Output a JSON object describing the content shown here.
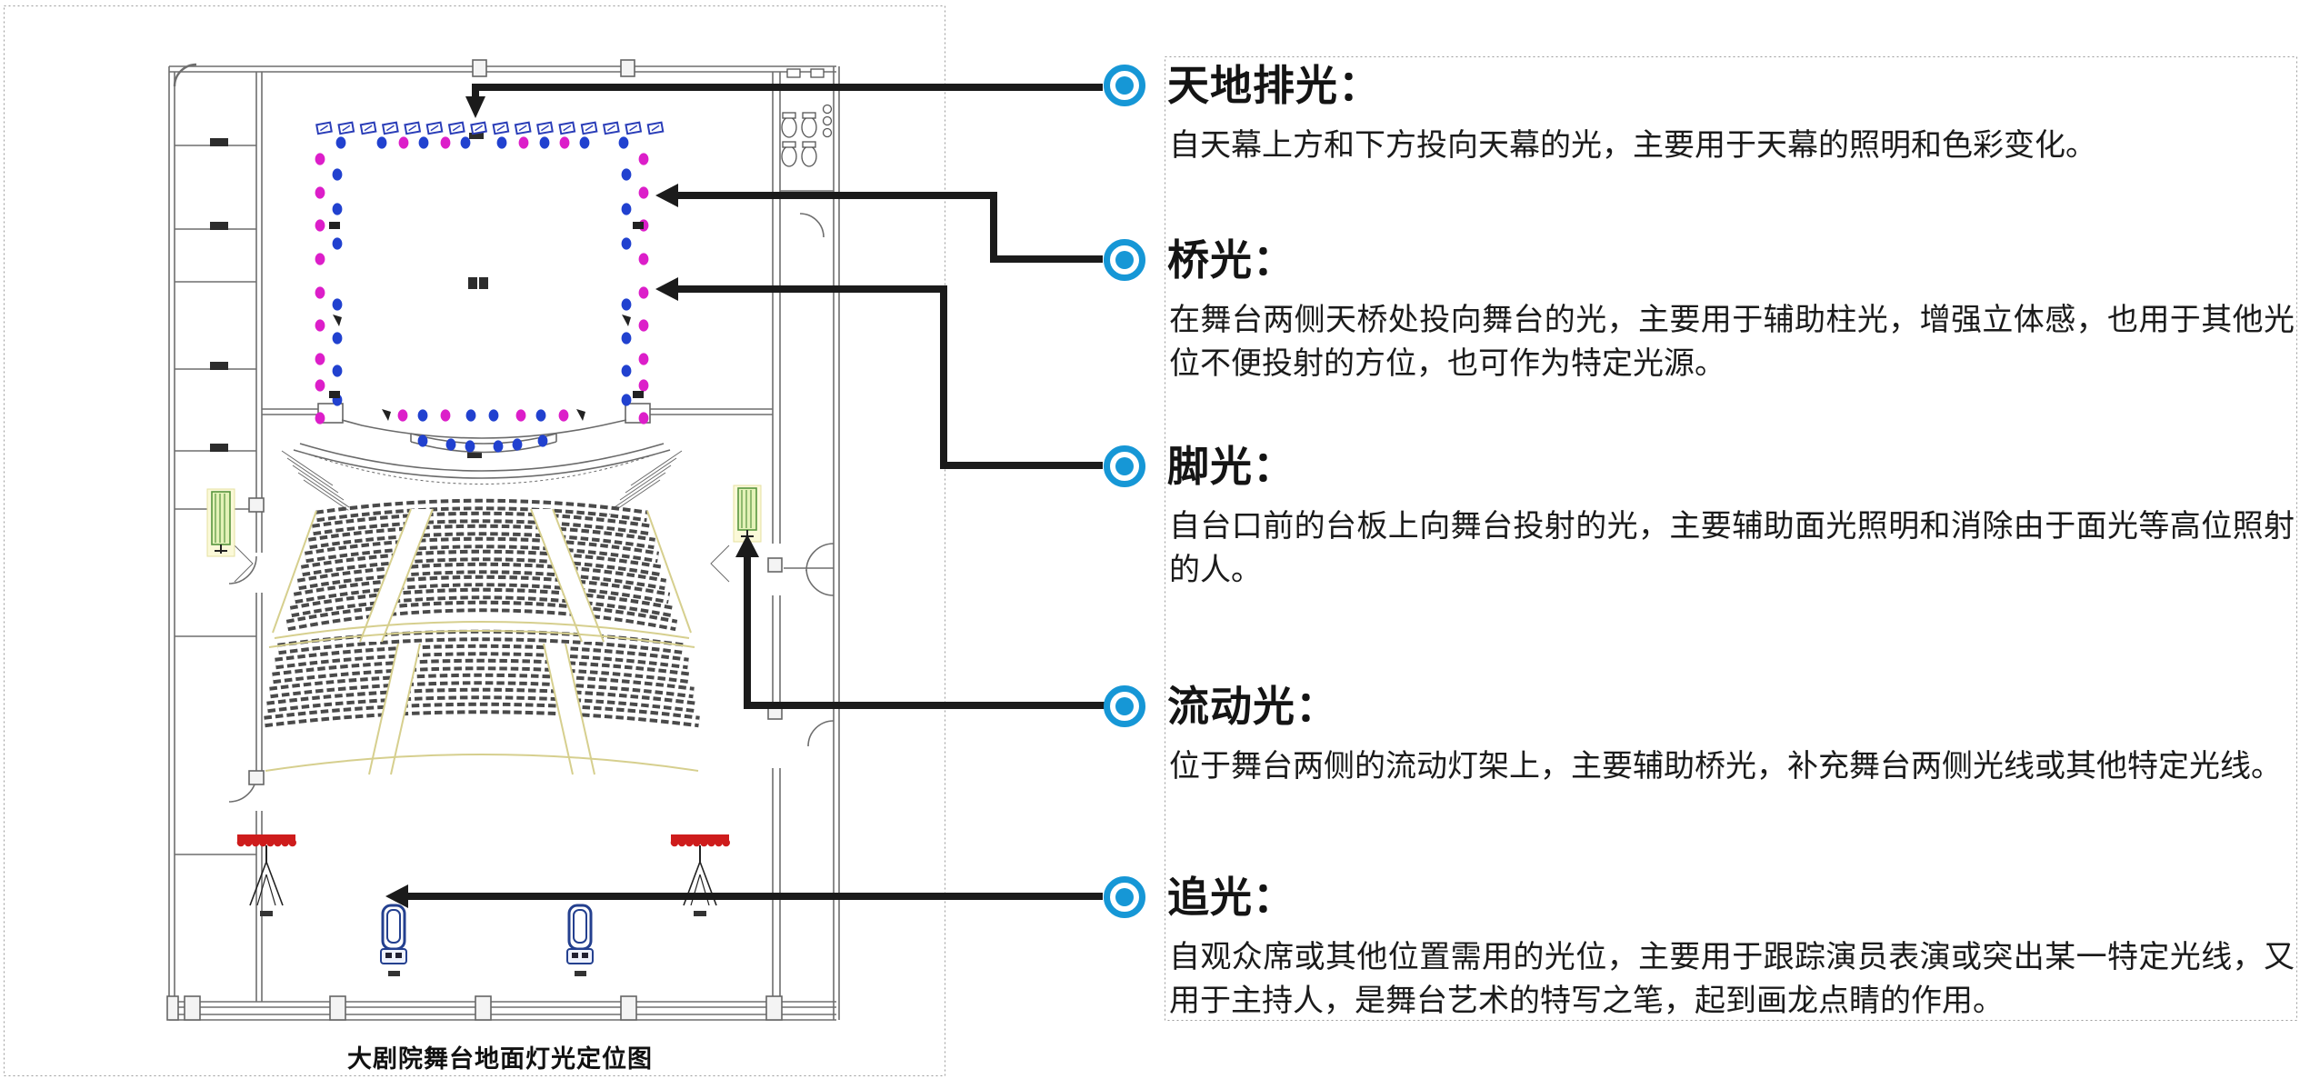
{
  "diagram": {
    "title": "大剧院舞台地面灯光定位图"
  },
  "annotations": [
    {
      "heading": "天地排光：",
      "body": "自天幕上方和下方投向天幕的光，主要用于天幕的照明和色彩变化。"
    },
    {
      "heading": "桥光：",
      "body": "在舞台两侧天桥处投向舞台的光，主要用于辅助柱光，增强立体感，也用于其他光位不便投射的方位，也可作为特定光源。"
    },
    {
      "heading": "脚光：",
      "body": "自台口前的台板上向舞台投射的光，主要辅助面光照明和消除由于面光等高位照射的人。"
    },
    {
      "heading": "流动光：",
      "body": "位于舞台两侧的流动灯架上，主要辅助桥光，补充舞台两侧光线或其他特定光线。"
    },
    {
      "heading": "追光：",
      "body": "自观众席或其他位置需用的光位，主要用于跟踪演员表演或突出某一特定光线，又用于主持人，是舞台艺术的特写之笔，起到画龙点睛的作用。"
    }
  ],
  "colors": {
    "bullet_blue": "#1697d6",
    "lamp_magenta": "#dc1ec9",
    "lamp_blue": "#2141cf",
    "fixture_blue": "#2a3db8",
    "spot_red": "#ce1c1c",
    "stand_green": "#57953f",
    "connector_black": "#1b1b1b"
  }
}
